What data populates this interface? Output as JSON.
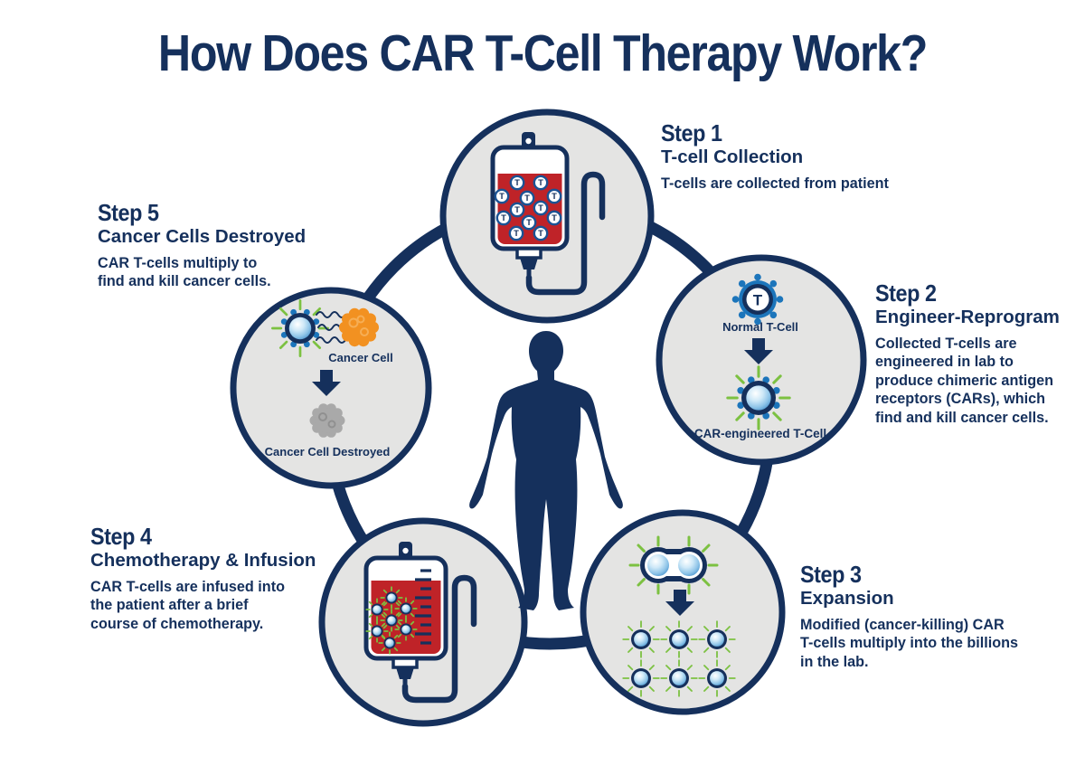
{
  "title": "How Does CAR T-Cell Therapy Work?",
  "steps": [
    {
      "label": "Step 1",
      "heading": "T-cell Collection",
      "body": "T-cells are collected from patient"
    },
    {
      "label": "Step 2",
      "heading": "Engineer-Reprogram",
      "body": "Collected T-cells are\nengineered in lab to\nproduce chimeric antigen\nreceptors (CARs), which\nfind and kill cancer cells."
    },
    {
      "label": "Step 3",
      "heading": "Expansion",
      "body": "Modified (cancer-killing) CAR\nT-cells multiply into the billions\nin the lab."
    },
    {
      "label": "Step 4",
      "heading": "Chemotherapy & Infusion",
      "body": "CAR T-cells are infused into\nthe patient after a brief\ncourse of chemotherapy."
    },
    {
      "label": "Step 5",
      "heading": "Cancer Cells Destroyed",
      "body": "CAR T-cells multiply to\nfind and kill cancer cells."
    }
  ],
  "circle_labels": {
    "normal_tcell": "Normal T-Cell",
    "car_tcell": "CAR-engineered T-Cell",
    "cancer_cell": "Cancer Cell",
    "cancer_cell_destroyed": "Cancer Cell Destroyed",
    "tcell_letter": "T"
  },
  "colors": {
    "navy": "#15305c",
    "blue": "#1c75bb",
    "tdot_ring_blue": "#1b5394",
    "green": "#7cc141",
    "red": "#bf2328",
    "orange": "#f29121",
    "gray_cell": "#a9a9a9",
    "circle_fill": "#e4e4e3",
    "background": "#ffffff"
  }
}
